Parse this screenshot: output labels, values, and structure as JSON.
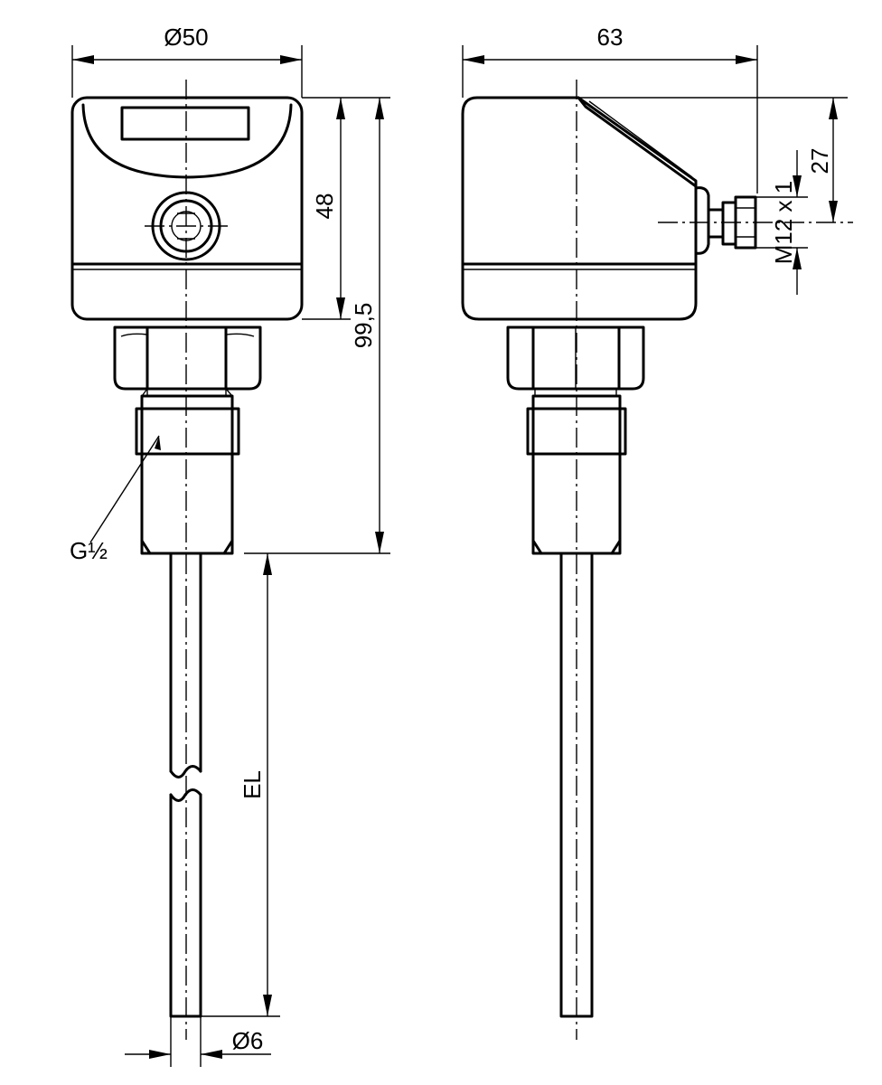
{
  "labels": {
    "front_diameter": "Ø50",
    "side_width": "63",
    "head_height": "48",
    "overall_height": "99,5",
    "connector_offset": "27",
    "connector_thread": "M12 x 1",
    "process_thread": "G½",
    "probe_length": "EL",
    "probe_diameter": "Ø6"
  }
}
